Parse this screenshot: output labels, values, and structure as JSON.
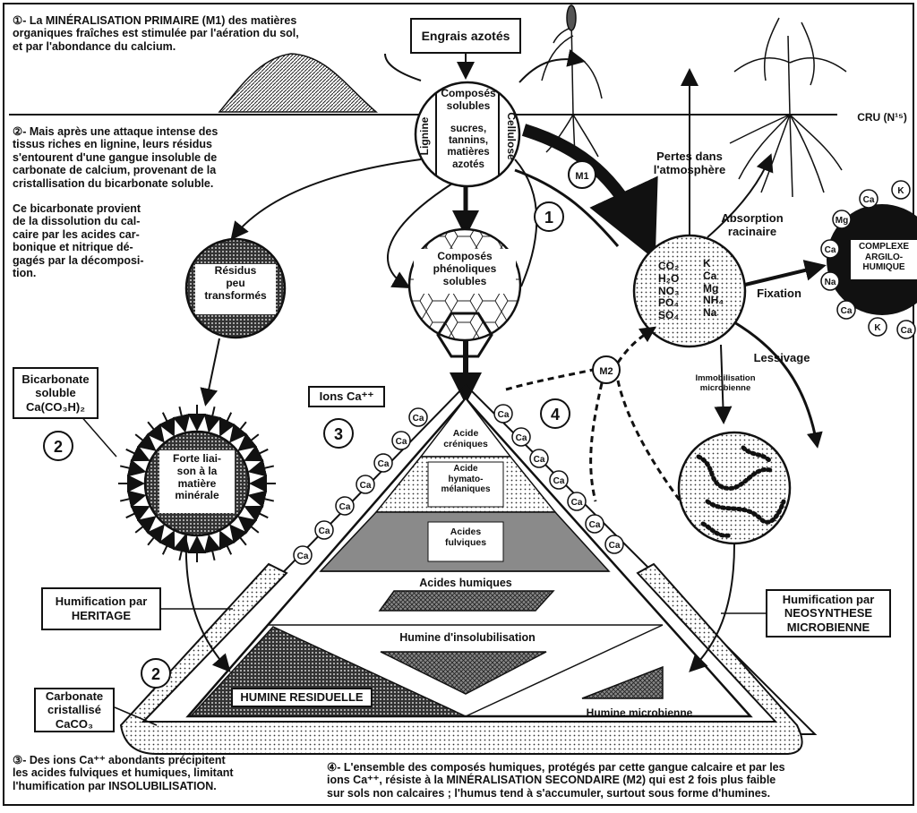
{
  "notes": {
    "n1_text": "①- La MINÉRALISATION PRIMAIRE (M1) des matières\norganiques fraîches est stimulée par l'aération du sol,\net par l'abondance du calcium.",
    "n2_text": "②- Mais après une attaque intense des\ntissus riches en lignine, leurs résidus\ns'entourent d'une gangue insoluble de\ncarbonate de calcium, provenant de la\ncristallisation du bicarbonate soluble.",
    "n2b_text": "Ce bicarbonate provient\nde la dissolution du cal-\ncaire par les acides car-\nbonique et nitrique dé-\ngagés par la décomposi-\ntion.",
    "n3_text": "③- Des ions Ca⁺⁺ abondants précipitent\nles acides fulviques et humiques, limitant\nl'humification par INSOLUBILISATION.",
    "n4_text": "④- L'ensemble des composés humiques, protégés par cette gangue calcaire et par les\nions Ca⁺⁺, résiste à la MINÉRALISATION SECONDAIRE (M2) qui est 2 fois plus faible\nsur sols non calcaires ; l'humus tend à s'accumuler, surtout sous forme d'humines."
  },
  "labels": {
    "engrais": "Engrais azotés",
    "cru": "CRU (N¹⁵)",
    "lignine": "Lignine",
    "cellulose": "Cellulose",
    "composes_solubles": "Composés\nsolubles",
    "sucres": "sucres,\ntannins,\nmatières\nazotés",
    "m1": "M1",
    "m2": "M2",
    "num1": "1",
    "num2a": "2",
    "num2b": "2",
    "num3": "3",
    "num4": "4",
    "pertes": "Pertes dans\nl'atmosphère",
    "absorption": "Absorption\nracinaire",
    "fixation": "Fixation",
    "lessivage": "Lessivage",
    "immobilisation": "Immobilisation\nmicrobienne",
    "complexe": "COMPLEXE\nARGILO-\nHUMIQUE",
    "ions_left": "CO₂\nH₂O\nNO₃\nPO₄\nSO₄",
    "ions_right": "K\nCa\nMg\nNH₄\nNa",
    "residus": "Résidus\npeu\ntransformés",
    "phenoliques": "Composés\nphénoliques\nsolubles",
    "bicarbonate": "Bicarbonate\nsoluble\nCa(CO₃H)₂",
    "forte": "Forte liai-\nson à la\nmatière\nminérale",
    "ions_ca": "Ions Ca⁺⁺",
    "ca": "Ca",
    "k": "K",
    "mg": "Mg",
    "na": "Na",
    "acide_creniques": "Acide\ncréniques",
    "acide_hymato": "Acide\nhymato-\nmélaniques",
    "acides_fulviques": "Acides\nfulviques",
    "acides_humiques": "Acides humiques",
    "humine_insol": "Humine d'insolubilisation",
    "humine_residuelle": "HUMINE RESIDUELLE",
    "humine_micro": "Humine microbienne",
    "humif_heritage": "Humification par\nHERITAGE",
    "humif_neo": "Humification par\nNEOSYNTHESE\nMICROBIENNE",
    "carbonate": "Carbonate\ncristallisé\nCaCO₃"
  },
  "colors": {
    "ink": "#111111",
    "paper": "#ffffff",
    "gray_fulvic": "#8a8a8a",
    "dark": "#1a1a1a"
  }
}
